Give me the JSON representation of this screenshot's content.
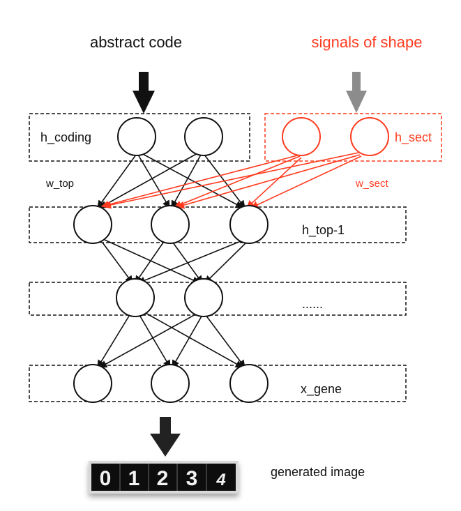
{
  "titles": {
    "abstract_code": "abstract code",
    "signals_of_shape": "signals of shape"
  },
  "layers": {
    "h_coding": "h_coding",
    "h_sect": "h_sect",
    "h_top_1": "h_top-1",
    "dots": "......",
    "x_gene": "x_gene"
  },
  "weights": {
    "w_top": "w_top",
    "w_sect": "w_sect"
  },
  "output": {
    "label": "generated image",
    "digits": [
      "0",
      "1",
      "2",
      "3",
      "4"
    ]
  },
  "colors": {
    "black": "#111111",
    "red": "#ff3b1f",
    "gray": "#8c8c8c"
  }
}
